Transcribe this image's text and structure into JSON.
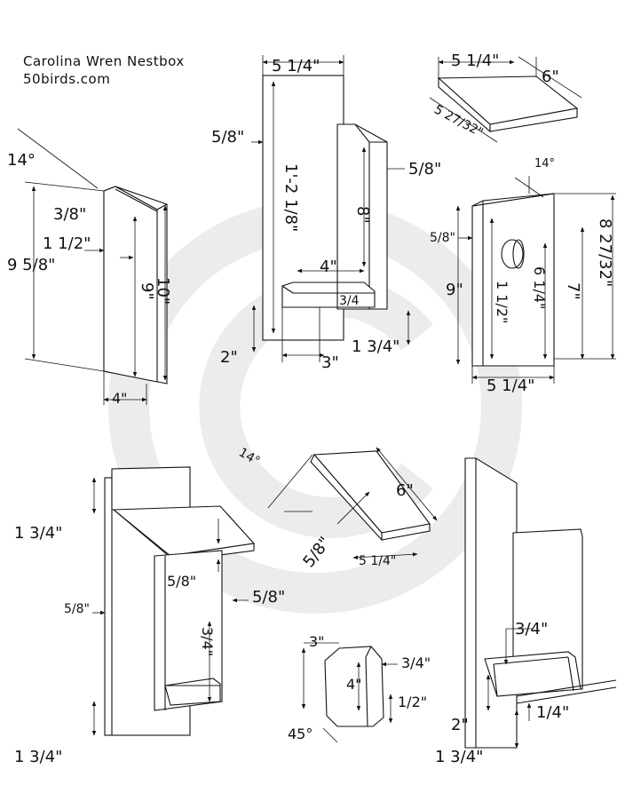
{
  "title": "Carolina Wren Nestbox",
  "subtitle": "50birds.com",
  "watermark_icon": "copyright-symbol",
  "colors": {
    "line": "#111111",
    "watermark": "#ececec",
    "background": "#ffffff"
  },
  "side_view": {
    "angle": "14°",
    "top_offset": "3/8\"",
    "hole_offset": "1 1/2\"",
    "back_height": "9 5/8\"",
    "inner_height": "9\"",
    "front_height": "10\"",
    "depth": "4\""
  },
  "back_piece": {
    "width": "5 1/4\"",
    "thickness_left": "5/8\"",
    "thickness_right": "5/8\"",
    "length": "1'-2 1/8\"",
    "side_height": "8\"",
    "floor_width": "4\"",
    "floor_label": "3/4",
    "floor_offset": "2\"",
    "floor_depth": "3\"",
    "floor_rise": "1 3/4\""
  },
  "roof_piece": {
    "width": "5 1/4\"",
    "depth": "6\"",
    "bevel": "5 27/32\""
  },
  "front_piece": {
    "angle": "14°",
    "hole_inset": "5/8\"",
    "hole_drop": "1 1/2\"",
    "bottom_height": "9\"",
    "hole_to_top": "6 1/4\"",
    "inner": "7\"",
    "total_height": "8 27/32\"",
    "width": "5 1/4\""
  },
  "assembled_front": {
    "top_overhang": "1 3/4\"",
    "roof_thickness": "5/8\"",
    "left_thickness": "5/8\"",
    "right_thickness": "5/8\"",
    "floor_height": "3/4\"",
    "bottom_overhang": "1 3/4\""
  },
  "roof_perspective": {
    "angle": "14°",
    "depth": "6\"",
    "thickness": "5/8\"",
    "width": "5 1/4\""
  },
  "floor_piece": {
    "depth": "3\"",
    "height": "4\"",
    "thickness": "3/4\"",
    "corner": "1/2\"",
    "cut_angle": "45°"
  },
  "assembled_back": {
    "floor": "3/4\"",
    "offset": "2\"",
    "thickness": "1/4\"",
    "bottom": "1 3/4\""
  }
}
